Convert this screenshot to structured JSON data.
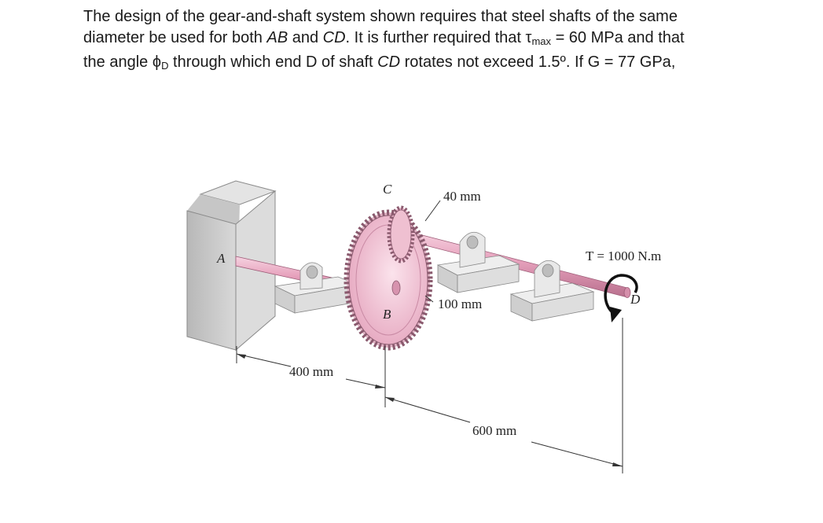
{
  "problem": {
    "line1": "The design of the gear-and-shaft system shown requires that steel shafts of the same",
    "line2_a": "diameter be used for both ",
    "line2_ab": "AB",
    "line2_b": " and ",
    "line2_cd": "CD",
    "line2_c": ". It is further required that τ",
    "line2_sub": "max",
    "line2_d": " = 60 MPa and that",
    "line3_a": "the angle ϕ",
    "line3_sub": "D",
    "line3_b": " through which end D of shaft ",
    "line3_cd": "CD",
    "line3_c": " rotates not exceed 1.5º. If G = 77 GPa,"
  },
  "figure": {
    "labels": {
      "A": "A",
      "B": "B",
      "C": "C",
      "D": "D",
      "radius_c": "40 mm",
      "radius_b": "100 mm",
      "torque": "T = 1000 N.m",
      "length_ab": "400 mm",
      "length_cd": "600 mm"
    },
    "colors": {
      "shaft": "#e7a2bd",
      "gear": "#f1c6d5",
      "wall": "#cfcfcf",
      "bearing": "#e4e4e4"
    }
  }
}
